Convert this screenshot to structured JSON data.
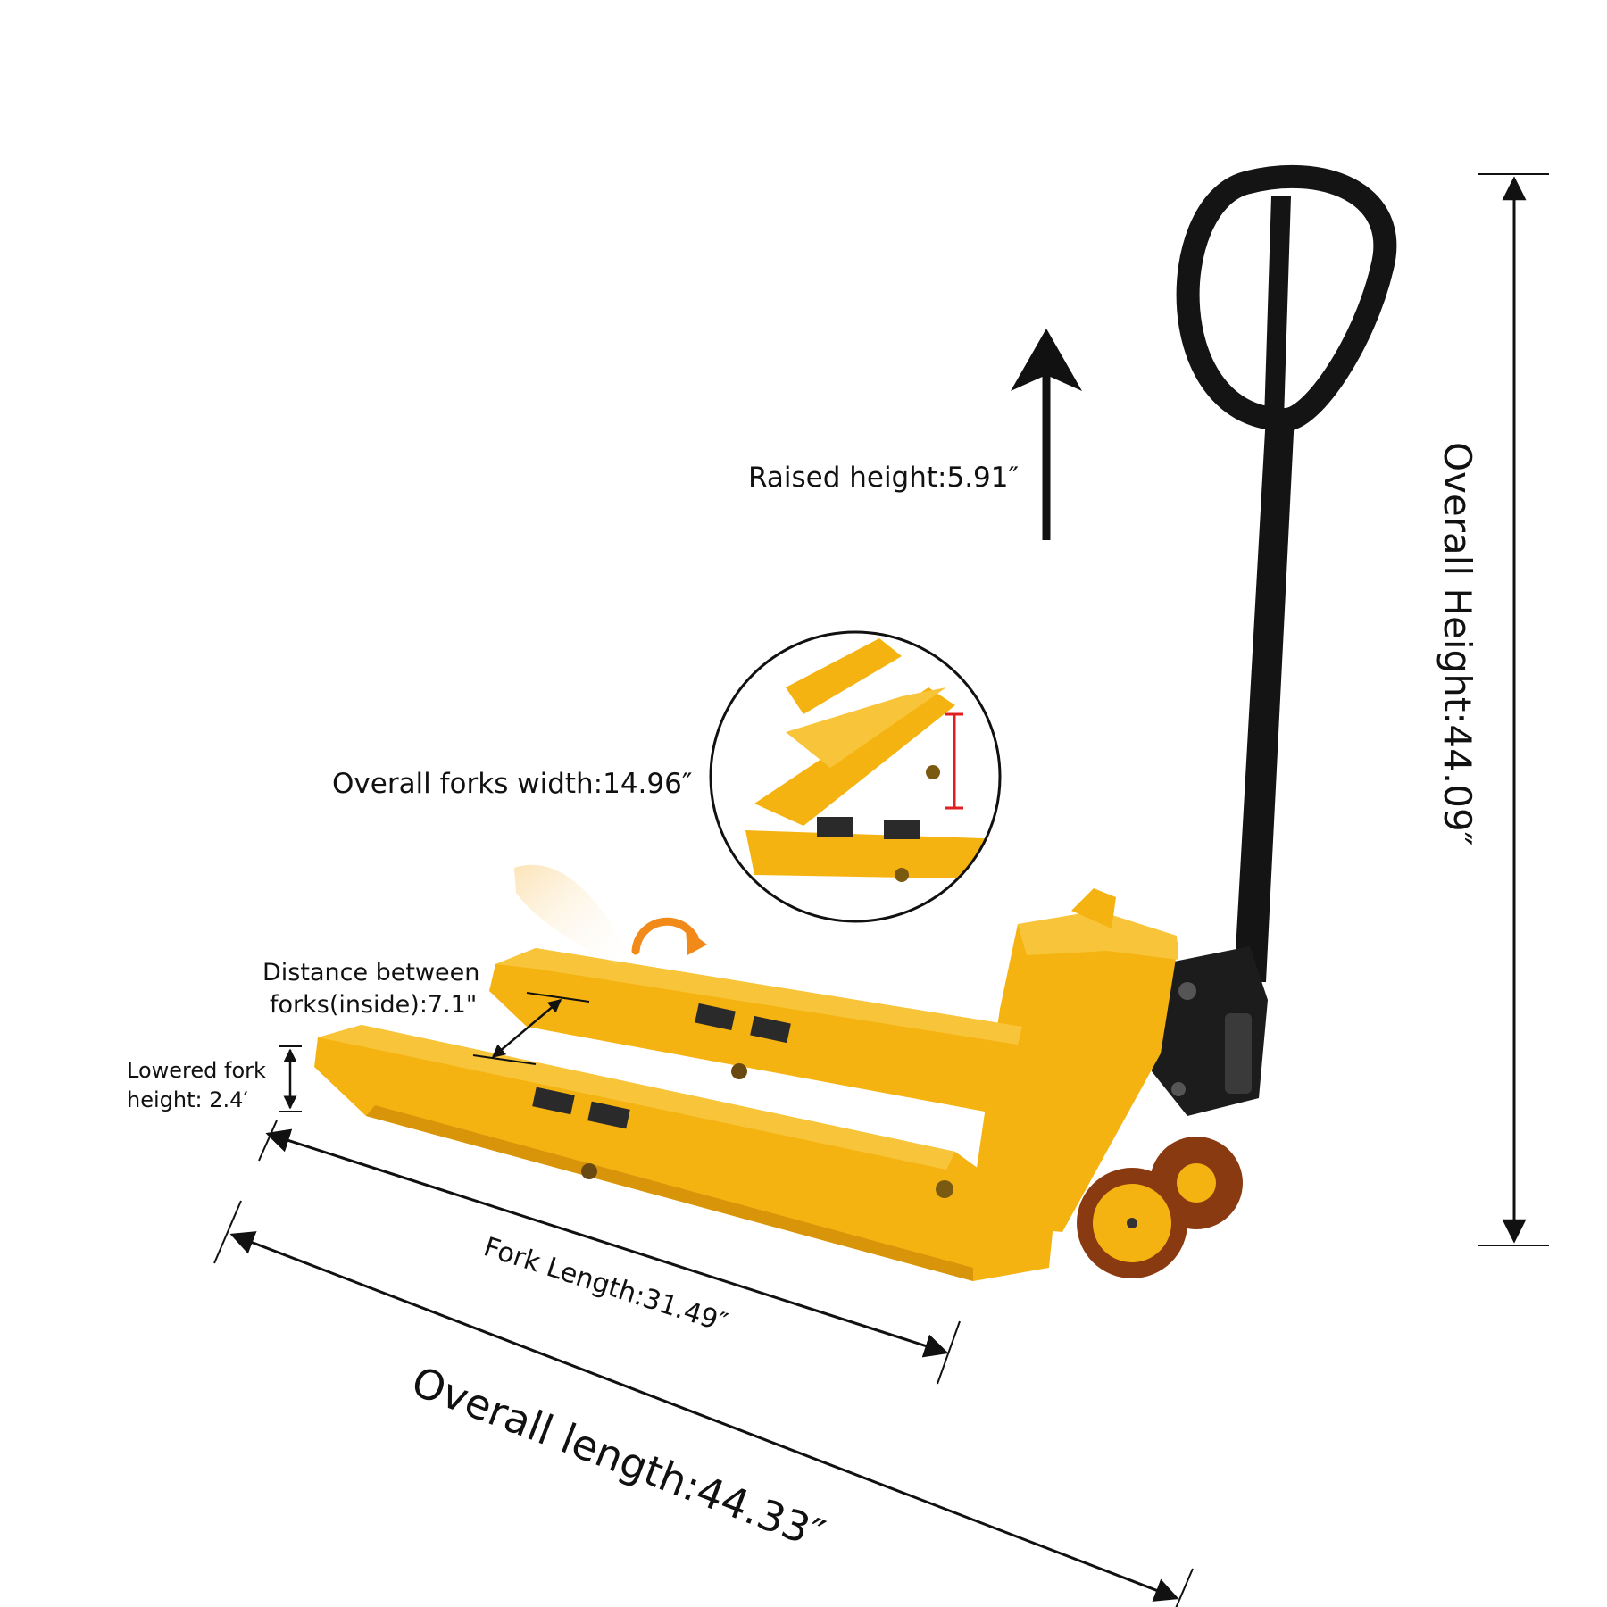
{
  "labels": {
    "raised_height": "Raised height:5.91″",
    "overall_forks_width": "Overall forks width:14.96″",
    "distance_between_line1": "Distance between",
    "distance_between_line2": "forks(inside):7.1\"",
    "lowered_line1": "Lowered fork",
    "lowered_line2": "height: 2.4′",
    "fork_length": "Fork Length:31.49″",
    "overall_length": "Overall length:44.33″",
    "overall_height": "Overall Height:44.09″"
  },
  "colors": {
    "fork_yellow": "#f5b312",
    "fork_yellow_light": "#f8c53a",
    "fork_shadow": "#d9950a",
    "handle_black": "#141414",
    "wheel_brown": "#8a3a10",
    "dimension_line": "#111111",
    "accent_orange": "#f28a1a"
  }
}
